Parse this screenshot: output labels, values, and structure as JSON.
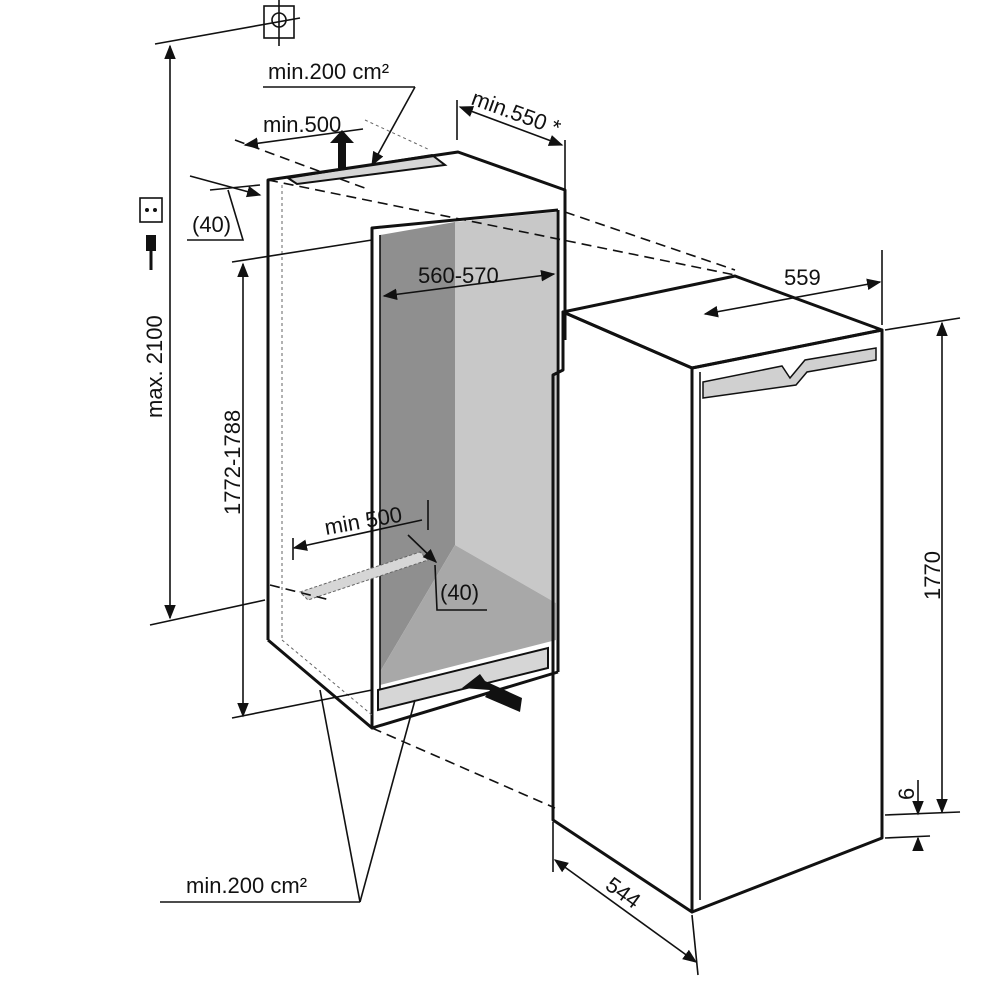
{
  "labels": {
    "top_vent_area": "min.200 cm²",
    "top_vent_depth": "min.500",
    "cabinet_depth": "min.550 *",
    "top_gap": "(40)",
    "niche_width": "560-570",
    "appliance_width": "559",
    "max_height": "max. 2100",
    "niche_height": "1772-1788",
    "bottom_vent_depth": "min 500",
    "bottom_gap": "(40)",
    "appliance_height": "1770",
    "base_gap": "6",
    "appliance_depth": "544",
    "bottom_vent_area": "min.200 cm²"
  },
  "icons": [
    "water-connection-icon",
    "power-socket-icon",
    "plug-icon",
    "airflow-arrow-icon"
  ],
  "colors": {
    "line": "#111111",
    "interior_dark": "#8f8f8f",
    "interior_light": "#c8c8c8",
    "vent": "#d6d6d6"
  }
}
